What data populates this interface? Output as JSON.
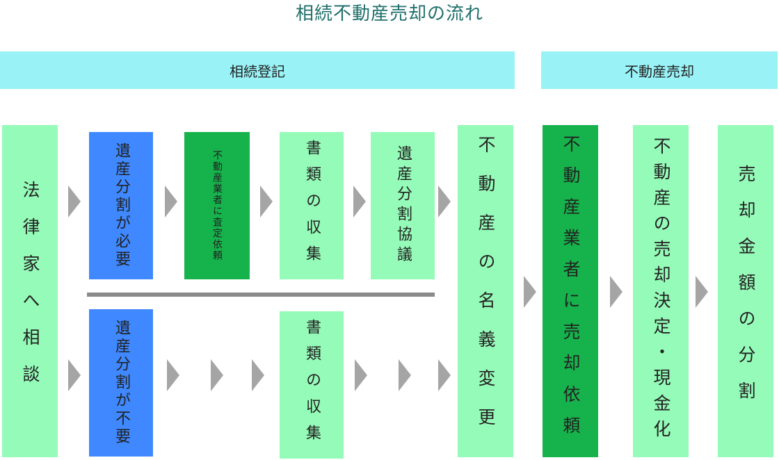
{
  "title": "相続不動産売却の流れ",
  "banners": {
    "inheritance": "相続登記",
    "sale": "不動産売却"
  },
  "steps": {
    "lawyer": "法律家へ相談",
    "division_needed": "遺産分割が必要",
    "appraisal": "不動産業者に査定依頼",
    "documents_top": "書類の収集",
    "division_talk": "遺産分割協議",
    "division_not_needed": "遺産分割が不要",
    "documents_bottom": "書類の収集",
    "name_change": "不動産の名義変更",
    "sale_request": "不動産業者に売却依頼",
    "sale_decision": "不動産の売却決定・現金化",
    "proceeds": "売却金額の分割"
  },
  "colors": {
    "light_green": "#95fbb8",
    "blue": "#3f88ff",
    "dark_green": "#16b34c",
    "banner": "#99f2f6",
    "arrow": "#a5a5a5",
    "title": "#1f6f6a"
  }
}
